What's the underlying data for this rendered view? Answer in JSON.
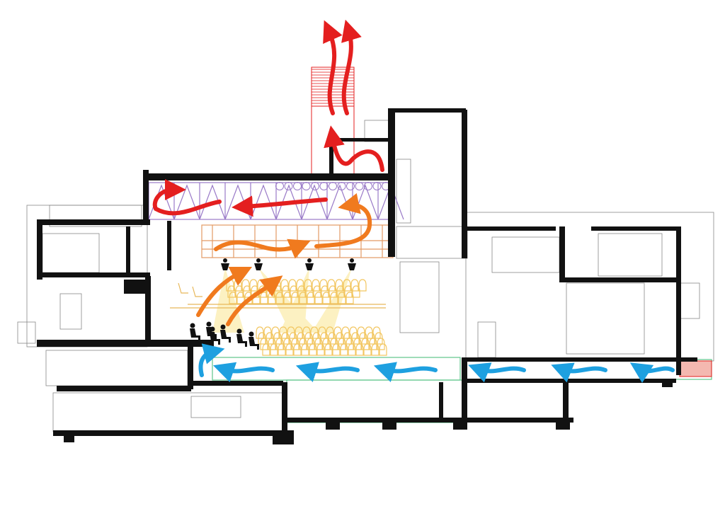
{
  "diagram": {
    "type": "building-section-ventilation",
    "colors": {
      "exhaust": "#e41f1f",
      "warm_air": "#f07a1e",
      "supply": "#1ea0e0",
      "truss": "#9a7ac8",
      "rig": "#e39a63",
      "seating": "#f2c660",
      "plenum": "#5fc58a",
      "light_beam": "#fbe89a",
      "wall": "#111111"
    },
    "icons": [
      "stage-light-icon",
      "audience-figure-icon",
      "seat-icon",
      "airflow-arrow-icon"
    ],
    "stage_lights": 4,
    "audience_figures": 6,
    "upper_seat_columns": 18,
    "lower_seat_columns": 16
  }
}
